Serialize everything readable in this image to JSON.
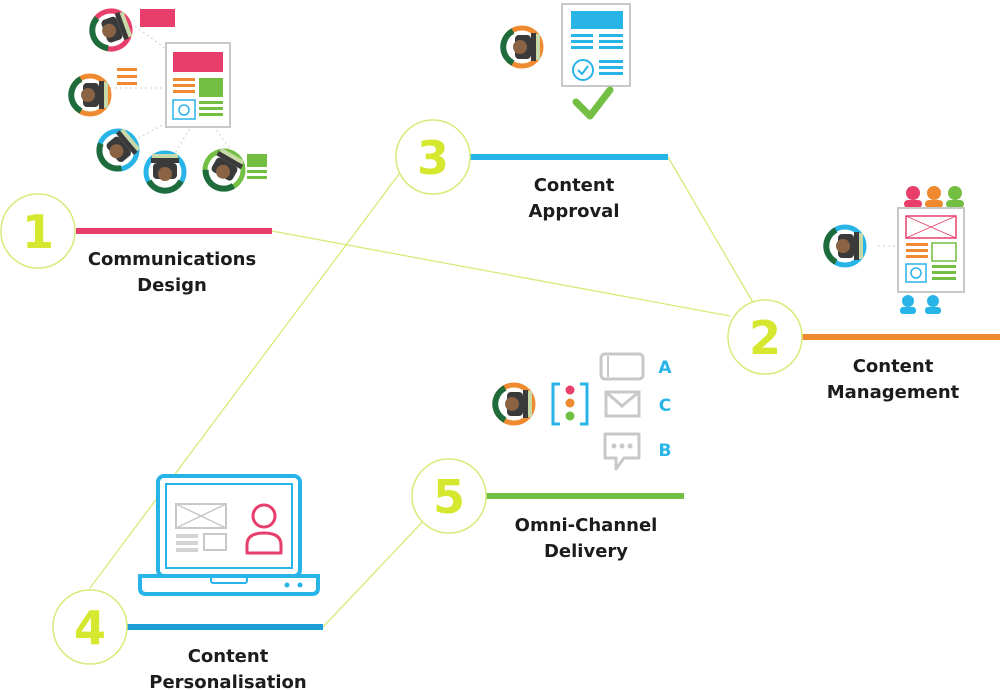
{
  "colors": {
    "accent_lime": "#d6e72f",
    "connector": "#d9ea7a",
    "step1": "#e83e6c",
    "step2": "#f08a30",
    "step3": "#29b4e8",
    "step4": "#1c9fd8",
    "step5": "#72bf44",
    "text": "#1c1c1c",
    "gray": "#bdbdbd"
  },
  "steps": [
    {
      "number": "1",
      "label_line1": "Communications",
      "label_line2": "Design"
    },
    {
      "number": "2",
      "label_line1": "Content",
      "label_line2": "Management"
    },
    {
      "number": "3",
      "label_line1": "Content",
      "label_line2": "Approval"
    },
    {
      "number": "4",
      "label_line1": "Content",
      "label_line2": "Personalisation"
    },
    {
      "number": "5",
      "label_line1": "Omni-Channel",
      "label_line2": "Delivery"
    }
  ],
  "channels": {
    "letter_a": "A",
    "letter_c": "C",
    "letter_b": "B"
  },
  "icons": {
    "step1": "team-collaboration-icon",
    "step2": "content-management-icon",
    "step3": "document-approval-icon",
    "step4": "laptop-profile-icon",
    "step5": "omni-channel-icon"
  }
}
